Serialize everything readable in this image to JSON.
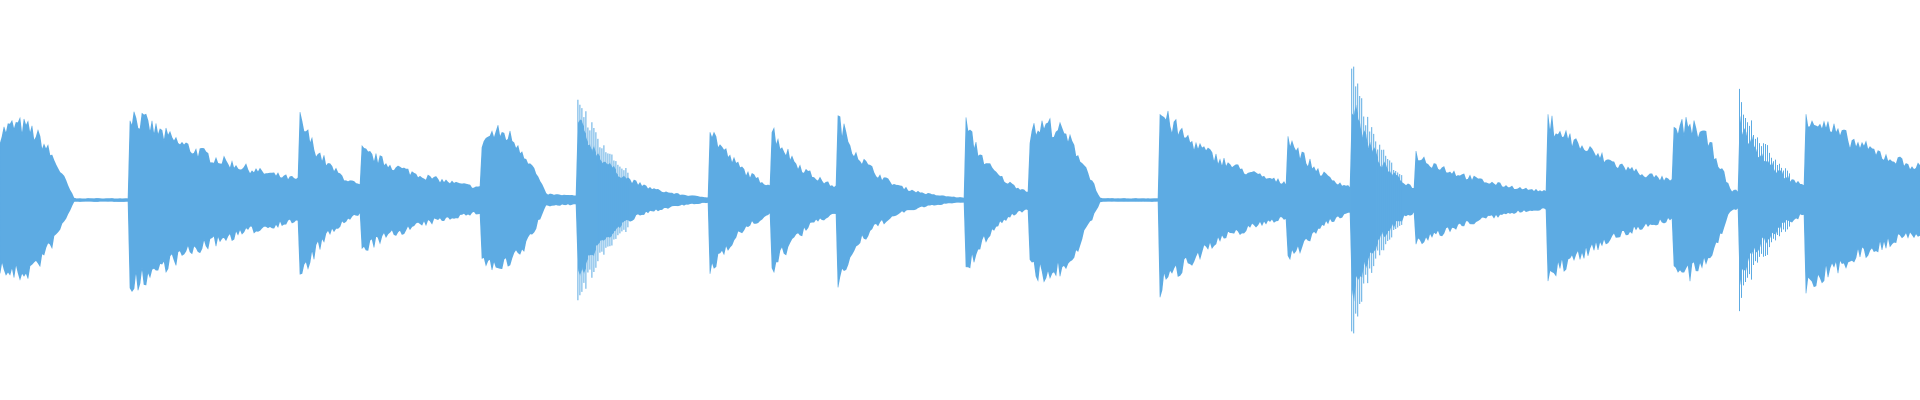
{
  "waveform": {
    "color": "#5DABE3",
    "background": "#FFFFFF",
    "baseline_fraction": 0.5,
    "noise_floor": 0.008,
    "events": [
      {
        "t": 0.0,
        "amp": 0.42,
        "decay": 0.015,
        "shape": "swell"
      },
      {
        "t": 0.067,
        "amp": 0.5,
        "decay": 0.06,
        "shape": "strike"
      },
      {
        "t": 0.156,
        "amp": 0.46,
        "decay": 0.018,
        "shape": "strike"
      },
      {
        "t": 0.188,
        "amp": 0.28,
        "decay": 0.045,
        "shape": "strike"
      },
      {
        "t": 0.252,
        "amp": 0.38,
        "decay": 0.013,
        "shape": "swell"
      },
      {
        "t": 0.301,
        "amp": 0.44,
        "decay": 0.02,
        "shape": "spiky"
      },
      {
        "t": 0.369,
        "amp": 0.42,
        "decay": 0.02,
        "shape": "strike"
      },
      {
        "t": 0.402,
        "amp": 0.4,
        "decay": 0.02,
        "shape": "strike"
      },
      {
        "t": 0.436,
        "amp": 0.47,
        "decay": 0.018,
        "shape": "strike"
      },
      {
        "t": 0.503,
        "amp": 0.43,
        "decay": 0.015,
        "shape": "strike"
      },
      {
        "t": 0.537,
        "amp": 0.42,
        "decay": 0.014,
        "shape": "swell"
      },
      {
        "t": 0.604,
        "amp": 0.5,
        "decay": 0.04,
        "shape": "strike"
      },
      {
        "t": 0.67,
        "amp": 0.38,
        "decay": 0.02,
        "shape": "strike"
      },
      {
        "t": 0.704,
        "amp": 0.55,
        "decay": 0.016,
        "shape": "spiky"
      },
      {
        "t": 0.737,
        "amp": 0.26,
        "decay": 0.04,
        "shape": "strike"
      },
      {
        "t": 0.806,
        "amp": 0.45,
        "decay": 0.045,
        "shape": "strike"
      },
      {
        "t": 0.872,
        "amp": 0.42,
        "decay": 0.012,
        "shape": "swell"
      },
      {
        "t": 0.906,
        "amp": 0.44,
        "decay": 0.02,
        "shape": "spiky"
      },
      {
        "t": 0.94,
        "amp": 0.5,
        "decay": 0.06,
        "shape": "strike"
      }
    ]
  }
}
